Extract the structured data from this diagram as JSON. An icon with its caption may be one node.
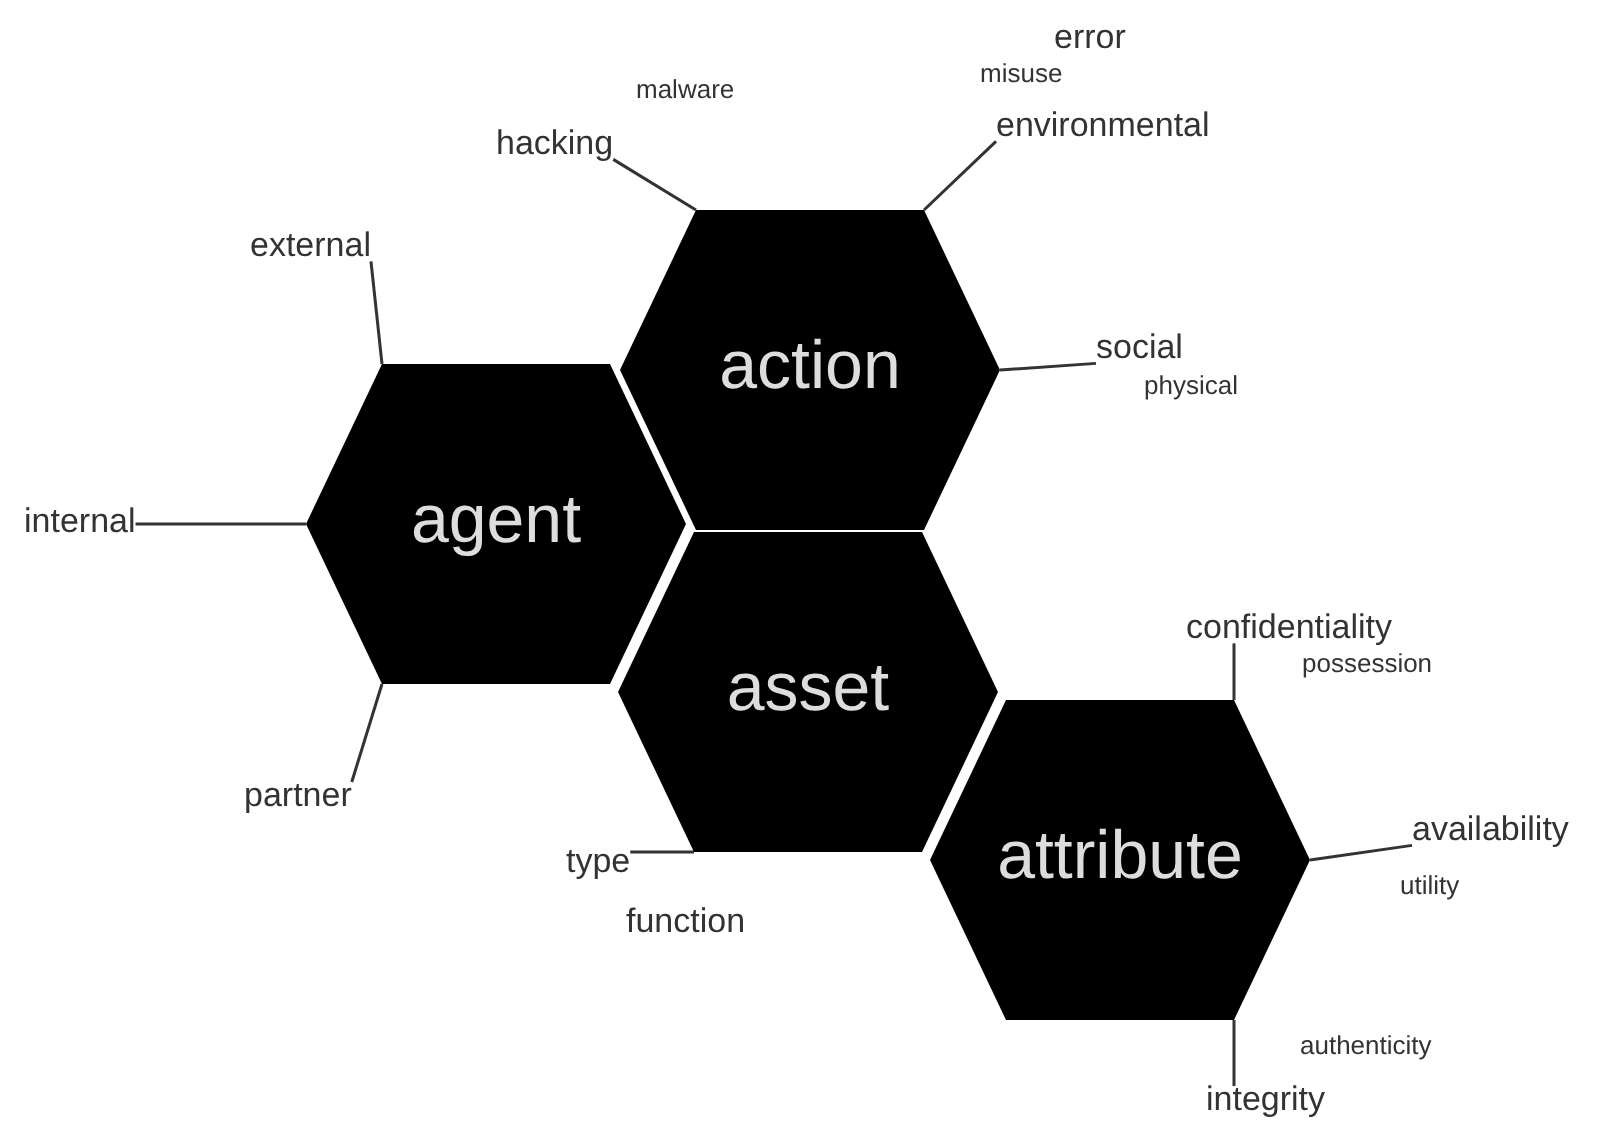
{
  "diagram": {
    "nodes": [
      {
        "text": [
          "hacking"
        ]
      },
      {
        "text": [
          "environmental"
        ]
      },
      {
        "text": [
          "external"
        ]
      },
      {
        "text": [
          "action"
        ]
      },
      {
        "text": [
          "social"
        ]
      },
      {
        "text": [
          "agent"
        ]
      },
      {
        "text": [
          "internal"
        ]
      },
      {
        "text": [
          "asset"
        ]
      },
      {
        "text": [
          "confidentiality"
        ]
      },
      {
        "text": [
          "partner"
        ]
      },
      {
        "text": [
          "availability"
        ]
      },
      {
        "text": [
          "type"
        ]
      },
      {
        "text": [
          "attribute"
        ]
      },
      {
        "text": [
          "integrity"
        ]
      }
    ],
    "edges": [
      {
        "from": 0,
        "to": 3,
        "arrow": "none"
      },
      {
        "from": 1,
        "to": 3,
        "arrow": "none"
      },
      {
        "from": 2,
        "to": 5,
        "arrow": "none"
      },
      {
        "from": 4,
        "to": 3,
        "arrow": "none"
      },
      {
        "from": 6,
        "to": 5,
        "arrow": "none"
      },
      {
        "from": 9,
        "to": 5,
        "arrow": "none"
      },
      {
        "from": 11,
        "to": 7,
        "arrow": "none"
      },
      {
        "from": 8,
        "to": 12,
        "arrow": "none"
      },
      {
        "from": 10,
        "to": 12,
        "arrow": "none"
      },
      {
        "from": 13,
        "to": 12,
        "arrow": "none"
      }
    ],
    "labels": [
      "error",
      "misuse",
      "malware",
      "physical",
      "possession",
      "utility",
      "function",
      "authenticity"
    ]
  }
}
